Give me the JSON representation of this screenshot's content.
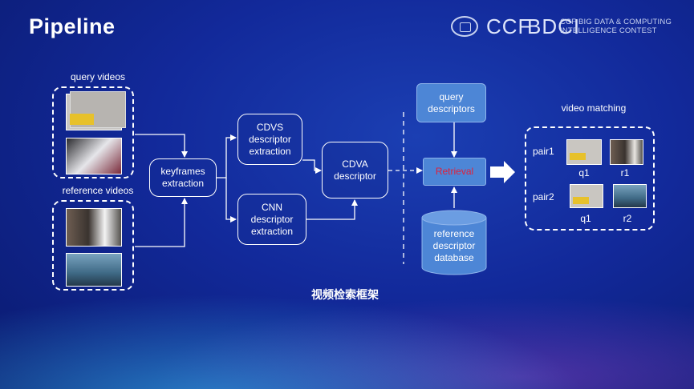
{
  "slide": {
    "title": "Pipeline",
    "caption": "视频检索框架"
  },
  "logo": {
    "ccf": "CCF",
    "bdci": "BDCI",
    "line1": "CCF BIG DATA & COMPUTING",
    "line2": "INTELLIGENCE CONTEST"
  },
  "diagram": {
    "query_videos_label": "query videos",
    "reference_videos_label": "reference videos",
    "keyframes_label": "keyframes extraction",
    "cdvs_label": "CDVS descriptor extraction",
    "cnn_label": "CNN descriptor extraction",
    "cdva_label": "CDVA descriptor",
    "query_descriptors_label": "query descriptors",
    "retrieval_label": "Retrieval",
    "reference_db_label": "reference descriptor database",
    "video_matching_label": "video matching",
    "pair1_label": "pair1",
    "pair2_label": "pair2",
    "q1_label": "q1",
    "r1_label": "r1",
    "q1b_label": "q1",
    "r2_label": "r2"
  },
  "colors": {
    "background": "#12299a",
    "retrieval_text": "#e0203a",
    "block_fill": "#4d86d6"
  }
}
